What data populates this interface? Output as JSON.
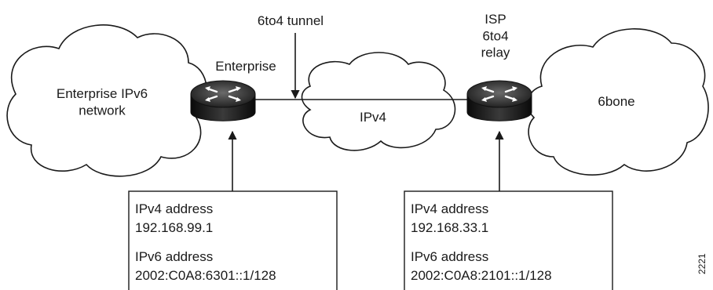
{
  "clouds": {
    "enterprise_network": "Enterprise IPv6\nnetwork",
    "ipv4": "IPv4",
    "sixbone": "6bone"
  },
  "routers": {
    "enterprise": "Enterprise",
    "isp_relay": "ISP\n6to4\nrelay"
  },
  "tunnel_label": "6to4 tunnel",
  "address_boxes": {
    "enterprise": {
      "ipv4_heading": "IPv4 address",
      "ipv4_value": "192.168.99.1",
      "ipv6_heading": "IPv6 address",
      "ipv6_value": "2002:C0A8:6301::1/128"
    },
    "isp": {
      "ipv4_heading": "IPv4 address",
      "ipv4_value": "192.168.33.1",
      "ipv6_heading": "IPv6 address",
      "ipv6_value": "2002:C0A8:2101::1/128"
    }
  },
  "figure_id": "2221"
}
